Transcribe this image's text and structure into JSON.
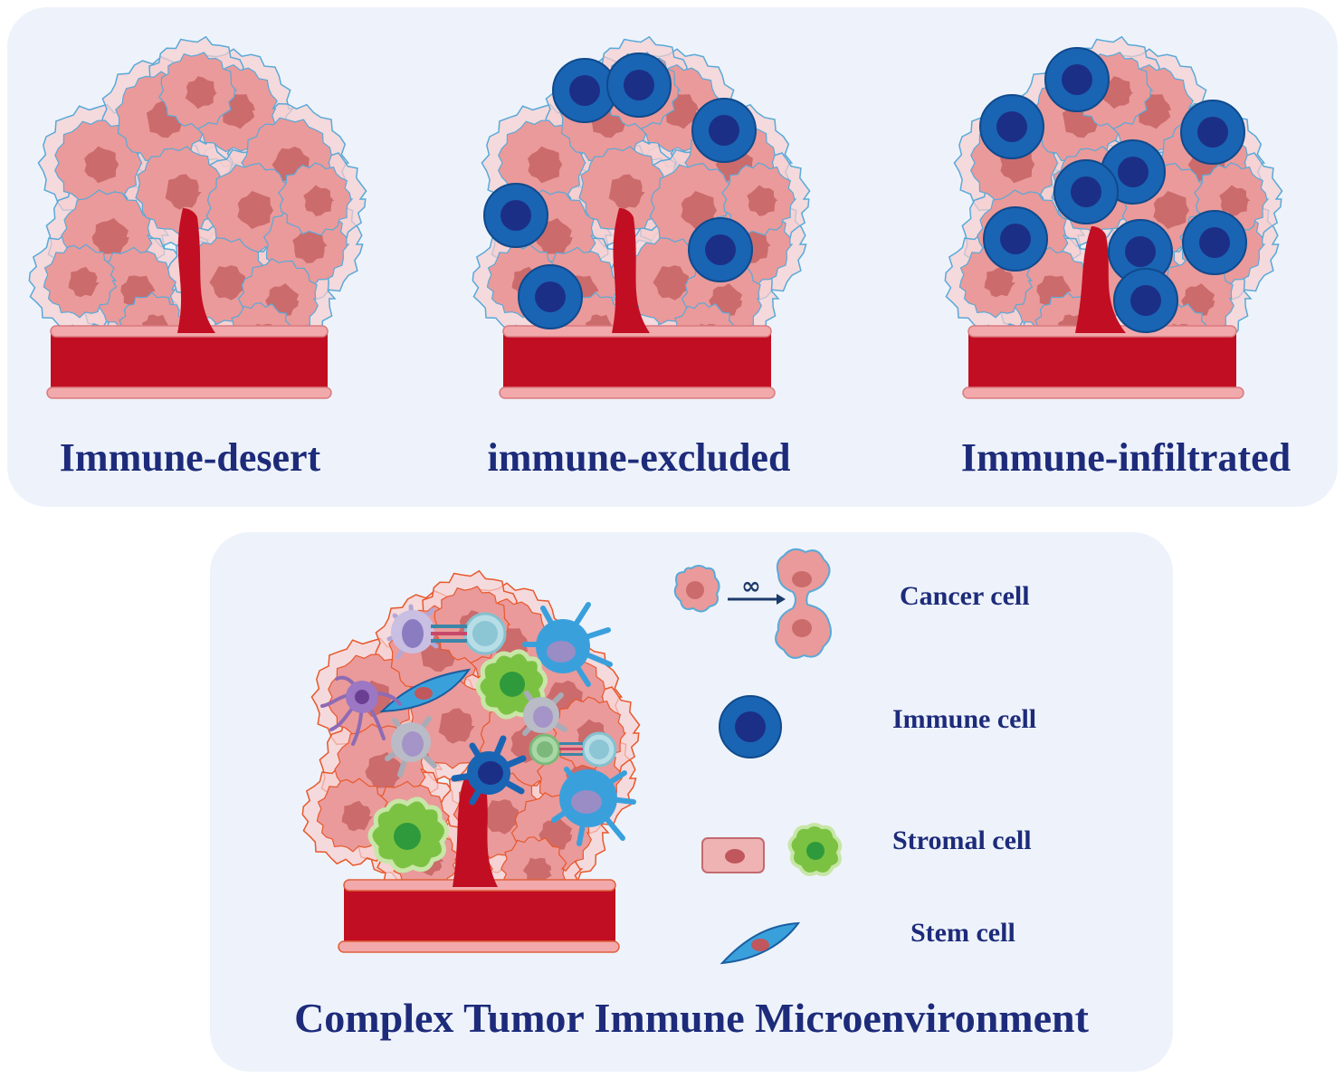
{
  "scenarios": [
    {
      "label": "Immune-desert"
    },
    {
      "label": "immune-excluded"
    },
    {
      "label": "Immune-infiltrated"
    }
  ],
  "bottom": {
    "title": "Complex Tumor Immune Microenvironment",
    "legend": [
      {
        "label": "Cancer cell",
        "icon": "cancer-cell-dividing-icon"
      },
      {
        "label": "Immune cell",
        "icon": "immune-cell-icon"
      },
      {
        "label": "Stromal cell",
        "icon": "stromal-cell-icon"
      },
      {
        "label": "Stem cell",
        "icon": "stem-cell-icon"
      }
    ],
    "division_symbol": "∞"
  },
  "colors": {
    "panel": "#eef3fb",
    "title_text": "#1d2b7a",
    "vessel": "#c20e22",
    "cancer_cell": "#ea9a9a",
    "cancer_nucleus": "#cc6b6c",
    "cell_outline": "#5aa9d8",
    "immune_outer": "#1a64b4",
    "immune_inner": "#1c2f86",
    "stromal_green": "#7cc242",
    "stem_blue": "#3aa0dc"
  }
}
